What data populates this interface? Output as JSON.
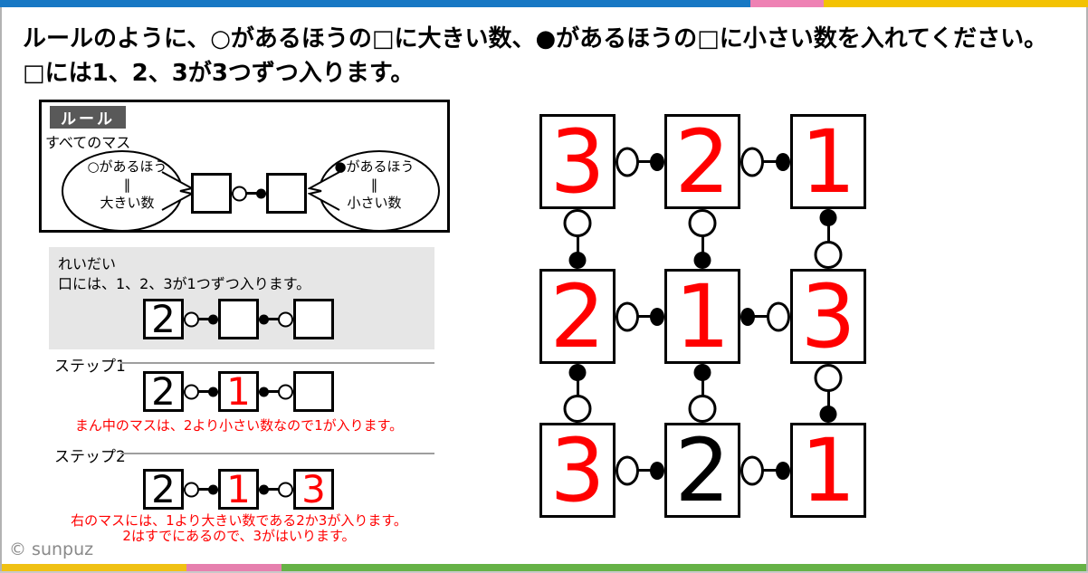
{
  "page": {
    "title_line1": "ルールのように、○があるほうの□に大きい数、●があるほうの□に小さい数を入れてください。",
    "title_line2": "□には1、2、3が3つずつ入ります。",
    "copyright": "© sunpuz"
  },
  "colors": {
    "red": "#ff0000",
    "black": "#000000",
    "label_bg": "#595959",
    "top_blue": "#1878c4",
    "top_pink": "#ee82b4",
    "top_yellow": "#f3c202",
    "bottom_yellow": "#f0c114",
    "bottom_pink": "#e680ae",
    "bottom_green": "#66b246"
  },
  "rule_box": {
    "label": "ルール",
    "subtitle": "すべてのマス",
    "left_bubble": {
      "line1": "○があるほう",
      "line2": "‖",
      "line3": "大きい数"
    },
    "right_bubble": {
      "line1": "●があるほう",
      "line2": "‖",
      "line3": "小さい数"
    },
    "row": {
      "values": [
        "",
        ""
      ],
      "colors": [
        "black",
        "black"
      ],
      "connectors": [
        "open-filled"
      ]
    }
  },
  "example": {
    "heading": "れいだい",
    "subheading": "口には、1、2、3が1つずつ入ります。",
    "row": {
      "values": [
        "2",
        "",
        ""
      ],
      "colors": [
        "black",
        "black",
        "black"
      ],
      "connectors": [
        "open-filled",
        "filled-open"
      ]
    }
  },
  "steps": [
    {
      "label": "ステップ1",
      "row": {
        "values": [
          "2",
          "1",
          ""
        ],
        "colors": [
          "black",
          "red",
          "black"
        ],
        "connectors": [
          "open-filled",
          "filled-open"
        ]
      },
      "captions": [
        "まん中のマスは、2より小さい数なので1が入ります。"
      ]
    },
    {
      "label": "ステップ2",
      "row": {
        "values": [
          "2",
          "1",
          "3"
        ],
        "colors": [
          "black",
          "red",
          "red"
        ],
        "connectors": [
          "open-filled",
          "filled-open"
        ]
      },
      "captions": [
        "右のマスには、1より大きい数である2か3が入ります。",
        "2はすでにあるので、3がはいります。"
      ]
    }
  ],
  "puzzle": {
    "rows": [
      {
        "values": [
          "3",
          "2",
          "1"
        ],
        "colors": [
          "red",
          "red",
          "red"
        ],
        "h_connectors": [
          "open-filled",
          "open-filled"
        ]
      },
      {
        "values": [
          "2",
          "1",
          "3"
        ],
        "colors": [
          "red",
          "red",
          "red"
        ],
        "h_connectors": [
          "open-filled",
          "filled-open"
        ]
      },
      {
        "values": [
          "3",
          "2",
          "1"
        ],
        "colors": [
          "red",
          "black",
          "red"
        ],
        "h_connectors": [
          "open-filled",
          "open-filled"
        ]
      }
    ],
    "v_connectors": [
      [
        "open-filled",
        "open-filled",
        "filled-open"
      ],
      [
        "filled-open",
        "filled-open",
        "open-filled"
      ]
    ]
  }
}
